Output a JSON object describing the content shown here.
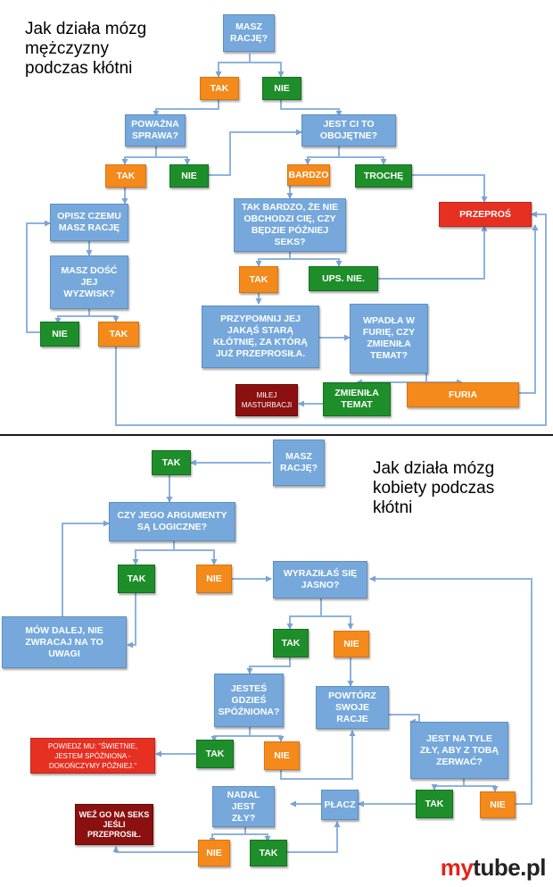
{
  "top": {
    "title": "Jak działa mózg\nmężczyzny\npodczas kłótni",
    "nodes": {
      "masz_racje": "MASZ\nRACJĘ?",
      "tak1": "TAK",
      "nie1": "NIE",
      "powazna": "POWAŻNA\nSPRAWA?",
      "obojetne": "JEST CI TO\nOBOJĘTNE?",
      "tak2": "TAK",
      "nie2": "NIE",
      "bardzo": "BARDZO",
      "troche": "TROCHĘ",
      "przepros": "PRZEPROŚ",
      "opisz": "OPISZ CZEMU\nMASZ RACJĘ",
      "tak_bardzo": "TAK BARDZO, ŻE NIE\nOBCHODZI CIĘ, CZY\nBĘDZIE PÓŹNIEJ SEKS?",
      "masz_dosc": "MASZ DOŚĆ\nJEJ\nWYZWISK?",
      "tak3": "TAK",
      "ups": "UPS. NIE.",
      "nie3": "NIE",
      "tak4": "TAK",
      "przypomnij": "PRZYPOMNIJ JEJ\nJAKĄŚ STARĄ\nKŁÓTNIĘ, ZA KTÓRĄ\nJUŻ PRZEPROSIŁA.",
      "wpadla": "WPADŁA W\nFURIĘ, CZY\nZMIENIŁA\nTEMAT?",
      "mlej": "MIŁEJ\nMASTURBACJI",
      "zmienila": "ZMIENIŁA\nTEMAT",
      "furia": "FURIA"
    }
  },
  "bottom": {
    "title": "Jak działa mózg\nkobiety podczas\nkłótni",
    "nodes": {
      "tak_a": "TAK",
      "masz_racje": "MASZ\nRACJĘ?",
      "argumenty": "CZY JEGO ARGUMENTY\nSĄ LOGICZNE?",
      "tak_b": "TAK",
      "nie_b": "NIE",
      "wyrazilas": "WYRAZIŁAŚ SIĘ\nJASNO?",
      "mow_dalej": "MÓW DALEJ, NIE\nZWRACAJ NA TO\nUWAGI",
      "tak_c": "TAK",
      "nie_c": "NIE",
      "spozniona": "JESTEŚ\nGDZIEŚ\nSPÓŹNIONA?",
      "powtorz": "POWTÓRZ\nSWOJE RACJE",
      "na_tyle": "JEST NA TYLE\nZŁY, ABY Z TOBĄ\nZERWAĆ?",
      "powiedz": "POWIEDZ MU: \"ŚWIETNIE,\nJESTEM SPÓŹNIONA -\nDOKOŃCZYMY PÓŹNIEJ.\"",
      "tak_d": "TAK",
      "nie_d": "NIE",
      "nadal": "NADAL JEST\nZŁY?",
      "placz": "PŁACZ",
      "tak_e": "TAK",
      "nie_e": "NIE",
      "wez": "WEŹ GO NA SEKS\nJEŚLI\nPRZEPROSIŁ.",
      "nie_f": "NIE",
      "tak_f": "TAK"
    }
  },
  "logo": {
    "part1": "my",
    "part2": "tube.pl"
  },
  "colors": {
    "blue": "#76a8dc",
    "orange": "#f38a1b",
    "green": "#1e8e2a",
    "red": "#e63022",
    "dark_red": "#8b1010",
    "connector": "#8fb3dc"
  }
}
